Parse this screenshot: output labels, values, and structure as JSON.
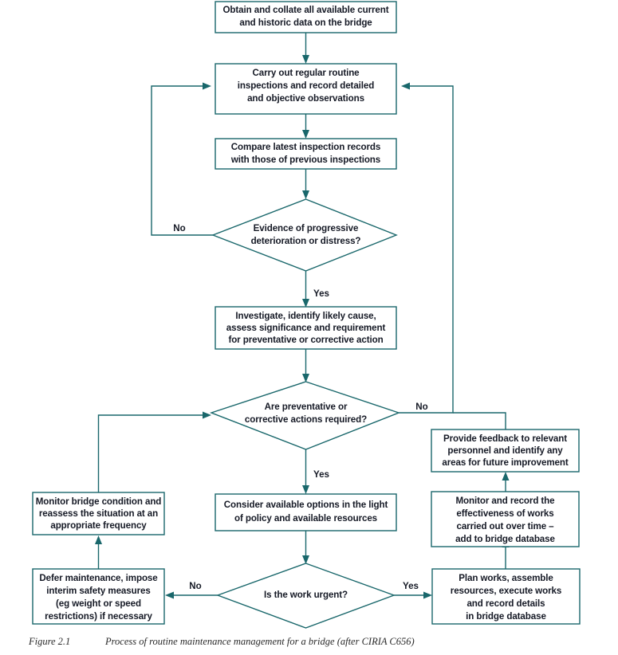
{
  "figure": {
    "label": "Figure 2.1",
    "caption": "Process of routine maintenance management for a bridge (after CIRIA C656)"
  },
  "theme": {
    "line_color": "#19676b",
    "text_color": "#161a26",
    "node_fill": "#ffffff",
    "background": "#ffffff"
  },
  "diagram": {
    "type": "flowchart",
    "title": "Process of routine maintenance management for a bridge",
    "nodes": [
      {
        "id": "obtain-data",
        "shape": "process",
        "lines": [
          "Obtain and collate all available current",
          "and historic data on the bridge"
        ]
      },
      {
        "id": "routine-inspections",
        "shape": "process",
        "lines": [
          "Carry out regular routine",
          "inspections and record detailed",
          "and objective observations"
        ]
      },
      {
        "id": "compare-records",
        "shape": "process",
        "lines": [
          "Compare latest inspection records",
          "with those of previous inspections"
        ]
      },
      {
        "id": "evidence-decision",
        "shape": "decision",
        "lines": [
          "Evidence of progressive",
          "deterioration or distress?"
        ]
      },
      {
        "id": "investigate",
        "shape": "process",
        "lines": [
          "Investigate, identify likely cause,",
          "assess significance and requirement",
          "for preventative or corrective action"
        ]
      },
      {
        "id": "actions-decision",
        "shape": "decision",
        "lines": [
          "Are preventative or",
          "corrective actions required?"
        ]
      },
      {
        "id": "provide-feedback",
        "shape": "process",
        "lines": [
          "Provide feedback to relevant",
          "personnel and identify any",
          "areas for future improvement"
        ]
      },
      {
        "id": "monitor-bridge",
        "shape": "process",
        "lines": [
          "Monitor bridge condition and",
          "reassess the situation at an",
          "appropriate frequency"
        ]
      },
      {
        "id": "consider-options",
        "shape": "process",
        "lines": [
          "Consider available options in the light",
          "of policy and available resources"
        ]
      },
      {
        "id": "monitor-works",
        "shape": "process",
        "lines": [
          "Monitor and record the",
          "effectiveness of works",
          "carried out over time –",
          "add to bridge database"
        ]
      },
      {
        "id": "defer-maintenance",
        "shape": "process",
        "lines": [
          "Defer maintenance, impose",
          "interim safety measures",
          "(eg weight or speed",
          "restrictions) if necessary"
        ]
      },
      {
        "id": "urgent-decision",
        "shape": "decision",
        "lines": [
          "Is the work urgent?"
        ]
      },
      {
        "id": "plan-works",
        "shape": "process",
        "lines": [
          "Plan works, assemble",
          "resources, execute works",
          "and record details",
          "in bridge database"
        ]
      }
    ],
    "edge_labels": {
      "evidence_no": "No",
      "evidence_yes": "Yes",
      "actions_no": "No",
      "actions_yes": "Yes",
      "urgent_no": "No",
      "urgent_yes": "Yes"
    }
  }
}
